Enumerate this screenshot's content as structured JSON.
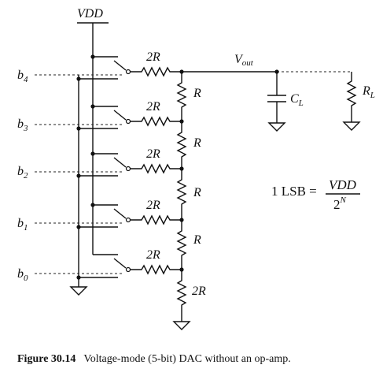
{
  "supply_label": "VDD",
  "output": {
    "label": "V",
    "sub": "out"
  },
  "bits": [
    {
      "label": "b",
      "sub": "4"
    },
    {
      "label": "b",
      "sub": "3"
    },
    {
      "label": "b",
      "sub": "2"
    },
    {
      "label": "b",
      "sub": "1"
    },
    {
      "label": "b",
      "sub": "0"
    }
  ],
  "branch_resistors": [
    "2R",
    "2R",
    "2R",
    "2R",
    "2R"
  ],
  "ladder_resistors": [
    "R",
    "R",
    "R",
    "R"
  ],
  "termination_resistor": "2R",
  "load_cap": {
    "label": "C",
    "sub": "L"
  },
  "load_res": {
    "label": "R",
    "sub": "L"
  },
  "formula": {
    "lhs": "1 LSB =",
    "numerator": "VDD",
    "denominator_base": "2",
    "denominator_exp": "N"
  },
  "caption": {
    "number": "Figure 30.14",
    "text": "Voltage-mode (5-bit) DAC without an op-amp."
  }
}
